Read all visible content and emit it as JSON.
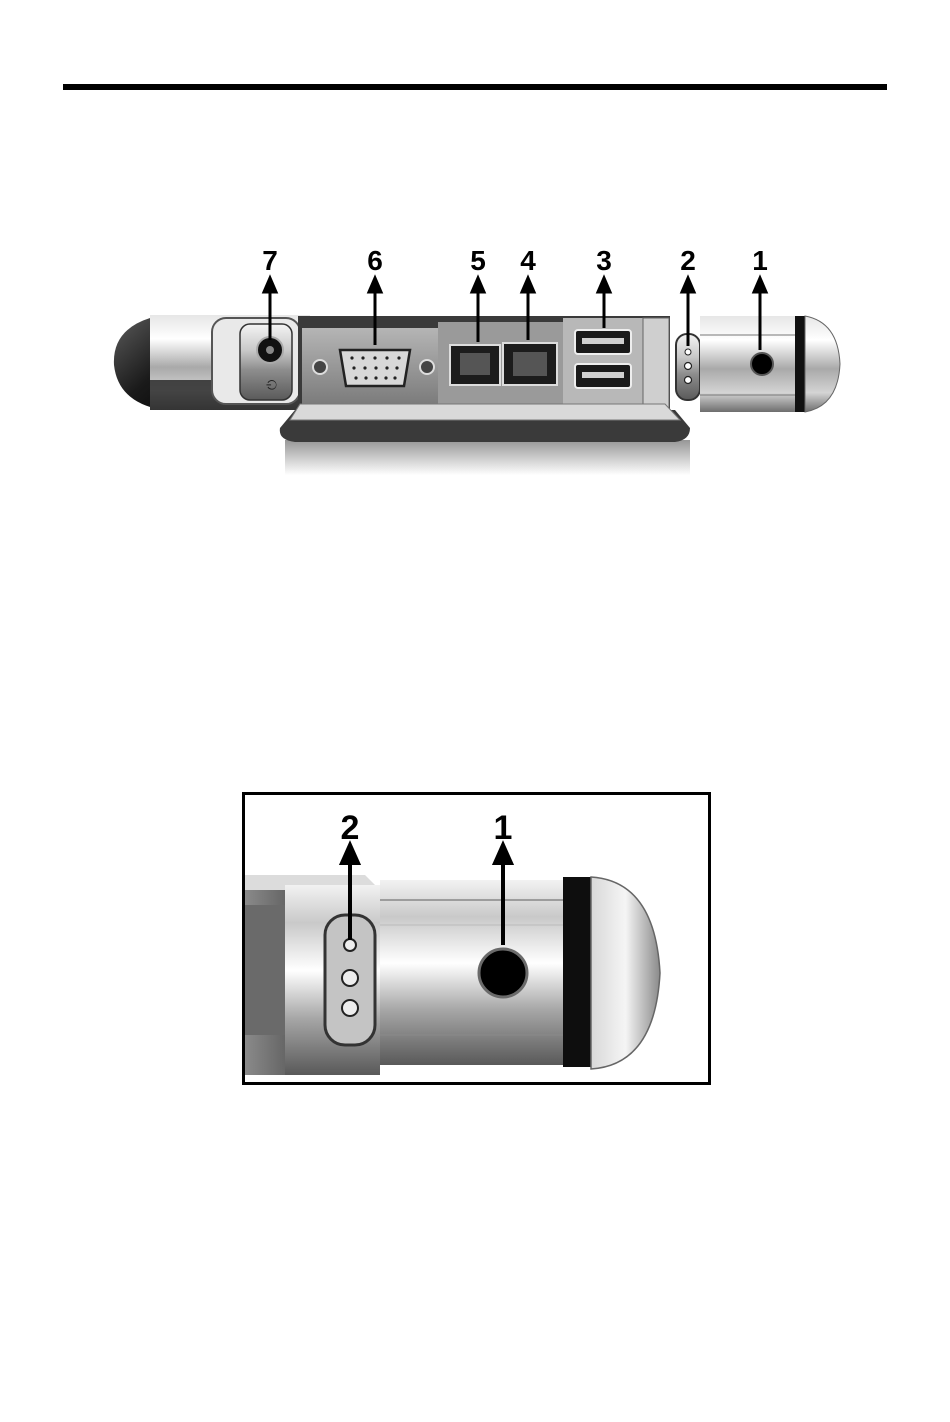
{
  "figure1": {
    "callouts": [
      "7",
      "6",
      "5",
      "4",
      "3",
      "2",
      "1"
    ]
  },
  "figure2": {
    "callouts": [
      "2",
      "1"
    ]
  }
}
